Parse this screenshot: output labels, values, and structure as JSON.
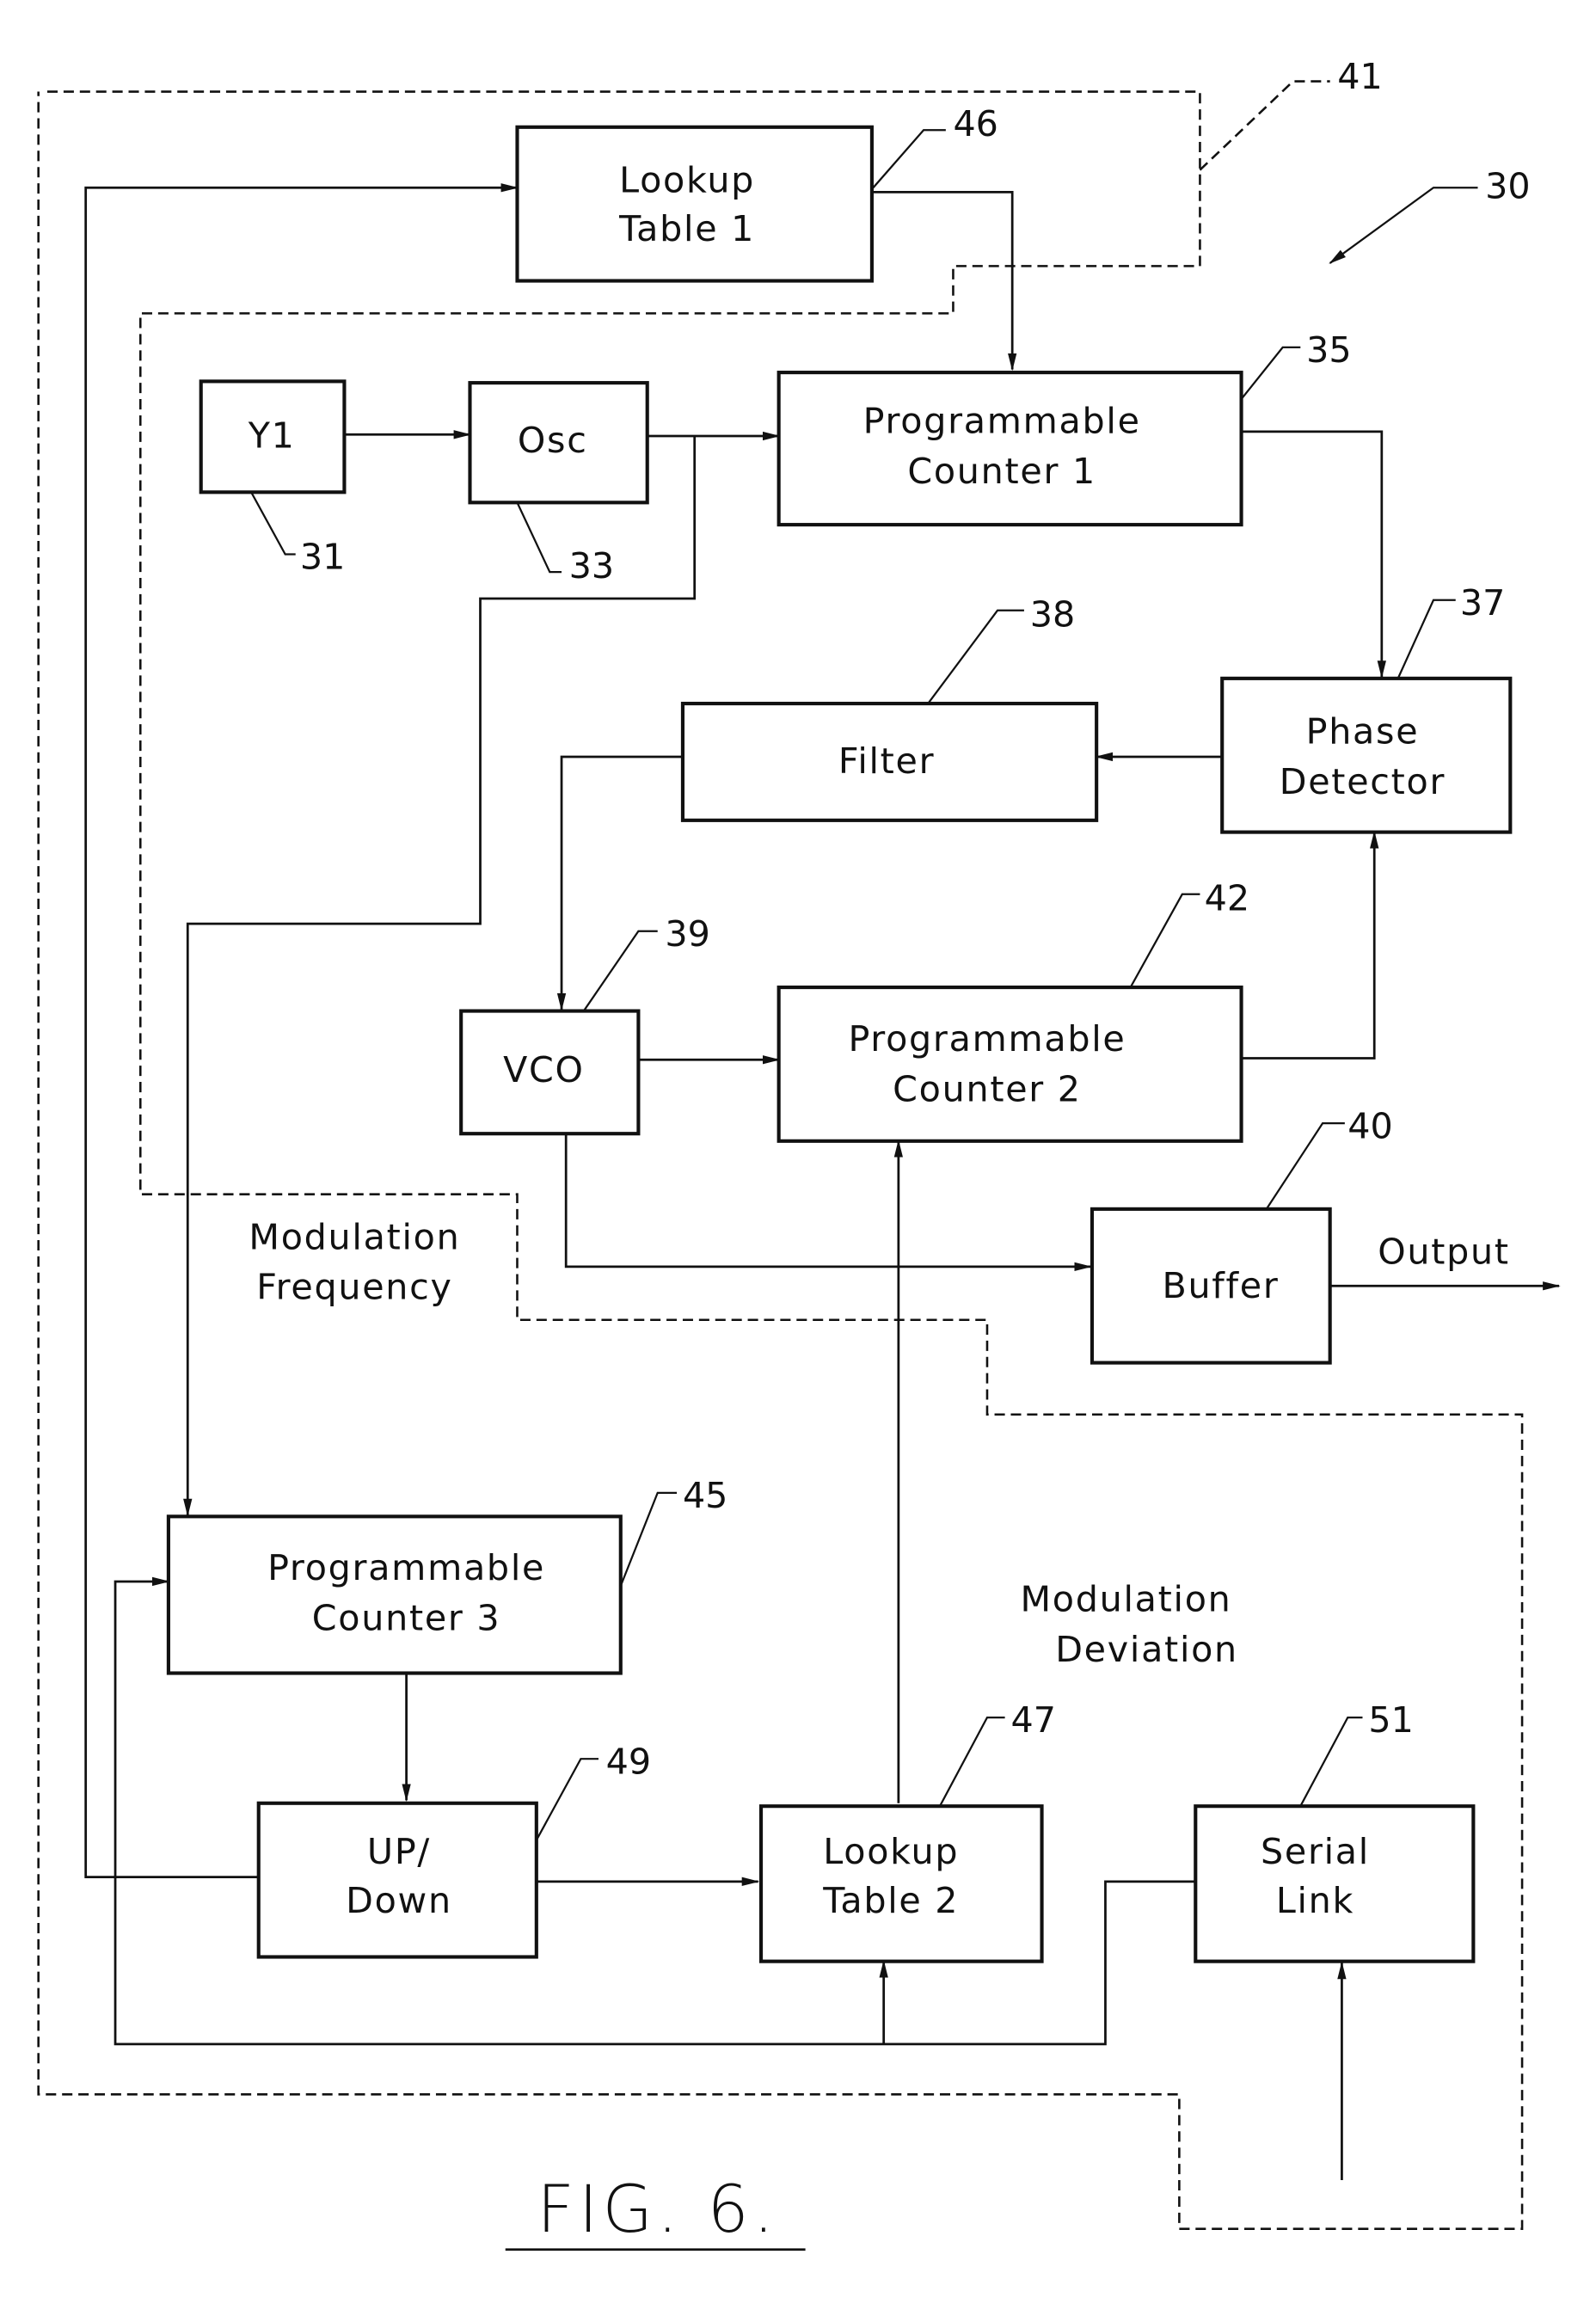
{
  "figure": {
    "title": "FIG. 6.",
    "system_ref": "30"
  },
  "blocks": [
    {
      "id": "lookup1",
      "lines": [
        "Lookup",
        "Table 1"
      ],
      "ref": "46"
    },
    {
      "id": "y1",
      "lines": [
        "Y1"
      ],
      "ref": "31"
    },
    {
      "id": "osc",
      "lines": [
        "Osc"
      ],
      "ref": "33"
    },
    {
      "id": "pc1",
      "lines": [
        "Programmable",
        "Counter 1"
      ],
      "ref": "35"
    },
    {
      "id": "filter",
      "lines": [
        "Filter"
      ],
      "ref": "38"
    },
    {
      "id": "phase",
      "lines": [
        "Phase",
        "Detector"
      ],
      "ref": "37"
    },
    {
      "id": "vco",
      "lines": [
        "VCO"
      ],
      "ref": "39"
    },
    {
      "id": "pc2",
      "lines": [
        "Programmable",
        "Counter 2"
      ],
      "ref": "42"
    },
    {
      "id": "buffer",
      "lines": [
        "Buffer"
      ],
      "ref": "40"
    },
    {
      "id": "pc3",
      "lines": [
        "Programmable",
        "Counter 3"
      ],
      "ref": "45"
    },
    {
      "id": "updown",
      "lines": [
        "UP/",
        "Down"
      ],
      "ref": "49"
    },
    {
      "id": "lookup2",
      "lines": [
        "Lookup",
        "Table 2"
      ],
      "ref": "47"
    },
    {
      "id": "serial",
      "lines": [
        "Serial",
        "Link"
      ],
      "ref": "51"
    }
  ],
  "regions": {
    "dashed_region_ref": "41",
    "modulation_frequency": [
      "Modulation",
      "Frequency"
    ],
    "modulation_deviation": [
      "Modulation",
      "Deviation"
    ]
  },
  "signals": {
    "output": "Output"
  }
}
